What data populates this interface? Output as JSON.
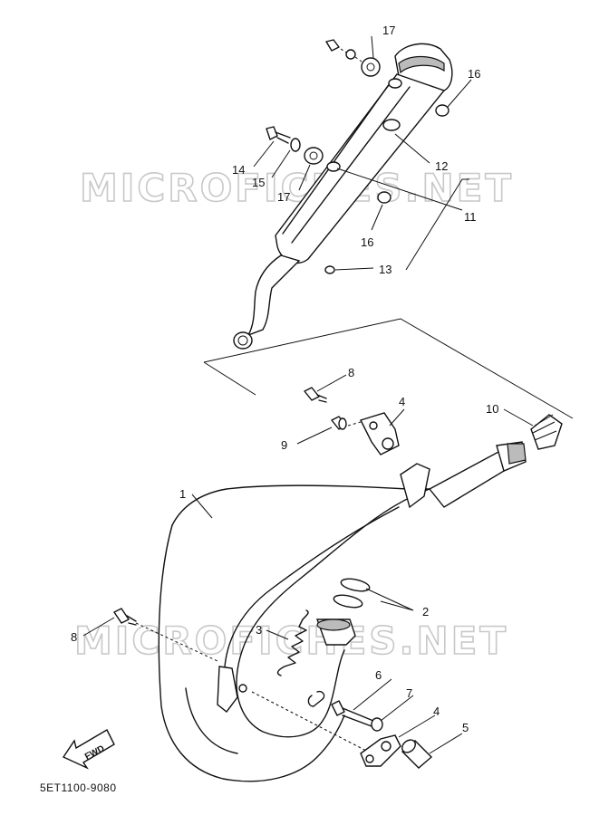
{
  "watermark": "MICROFICHES.NET",
  "diagram_code": "5ET1100-9080",
  "fwd_label": "FWD",
  "callouts": {
    "c1": "1",
    "c2": "2",
    "c3": "3",
    "c4a": "4",
    "c4b": "4",
    "c5": "5",
    "c6": "6",
    "c7": "7",
    "c8a": "8",
    "c8b": "8",
    "c9": "9",
    "c10": "10",
    "c11": "11",
    "c12": "12",
    "c13": "13",
    "c14": "14",
    "c15": "15",
    "c16a": "16",
    "c16b": "16",
    "c17a": "17",
    "c17b": "17"
  }
}
